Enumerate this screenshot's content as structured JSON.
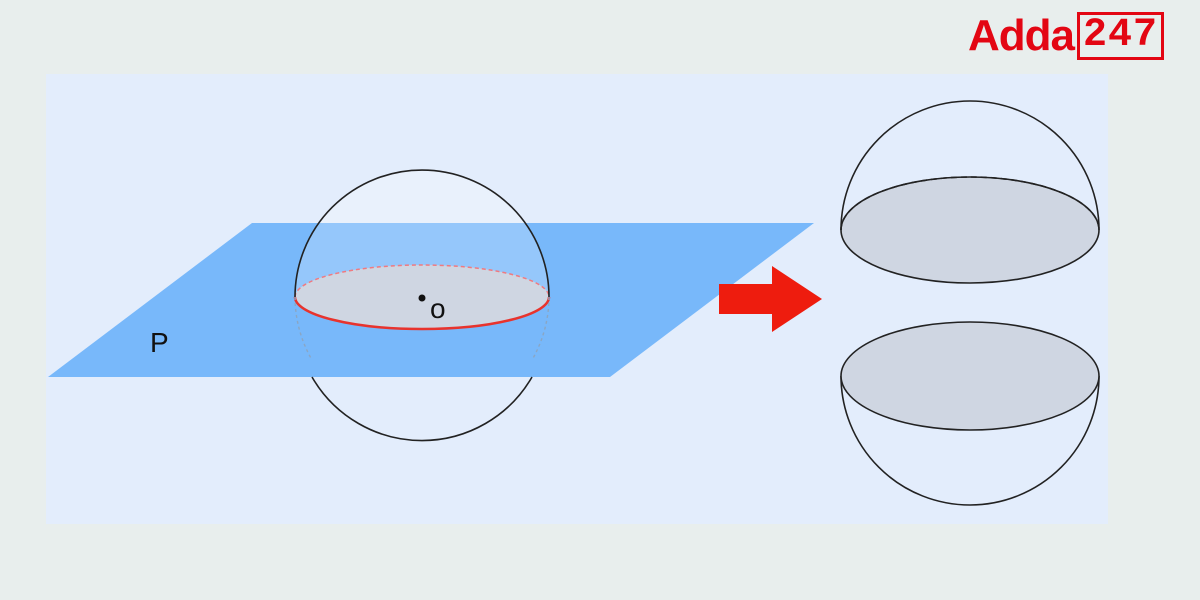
{
  "logo": {
    "word": "Adda",
    "number": "247"
  },
  "labels": {
    "plane": "P",
    "center": "o"
  },
  "colors": {
    "page_background": "#e8eeed",
    "panel_background": "#e3edfc",
    "plane": "#78b8fa",
    "cross_section_fill": "#cfd6e2",
    "great_circle": "#e8332d",
    "arrow": "#ee1c0e",
    "outline": "#222222",
    "brand": "#e30613"
  }
}
